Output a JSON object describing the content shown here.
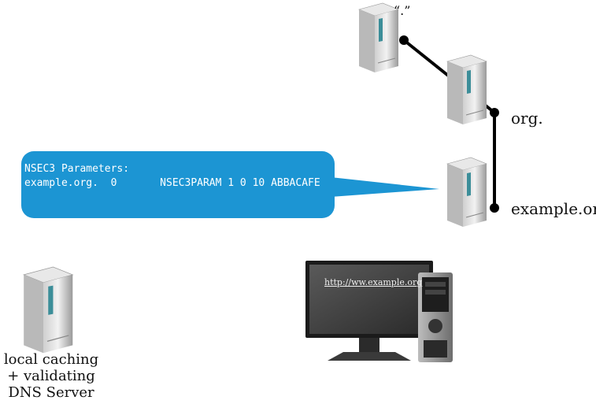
{
  "root_label": "“.”",
  "zones": {
    "org": "org.",
    "example_org": "example.org."
  },
  "bubble": {
    "line1": "NSEC3 Parameters:",
    "line2": "example.org.  0       NSEC3PARAM 1 0 10 ABBACAFE"
  },
  "resolver": {
    "line1": "local caching",
    "line2": "+ validating",
    "line3": "DNS Server"
  },
  "client": {
    "url": "http://ww.example.org"
  },
  "colors": {
    "bubble": "#1c95d3",
    "link_line": "#000000",
    "server_teal": "#3c8e99"
  }
}
